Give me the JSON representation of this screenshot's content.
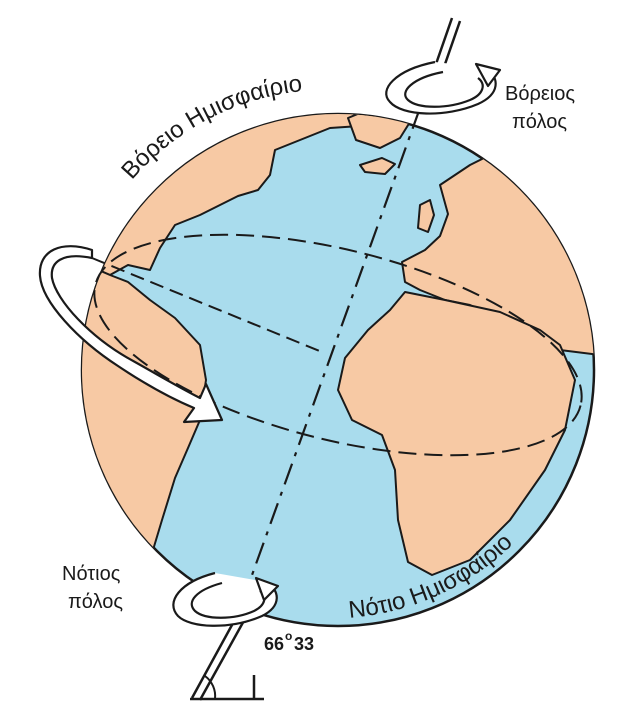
{
  "labels": {
    "north_hemisphere": "Βόρειο Ημισφαίριο",
    "south_hemisphere": "Νότιο Ημισφαίριο",
    "north_pole_line1": "Βόρειος",
    "north_pole_line2": "πόλος",
    "south_pole_line1": "Νότιος",
    "south_pole_line2": "πόλος",
    "angle_deg": "66",
    "angle_deg_sym": "o",
    "angle_min": "33"
  },
  "colors": {
    "ocean": "#a9dced",
    "land": "#f7c9a4",
    "outline": "#1a1a1a",
    "arrow_fill": "#ffffff"
  }
}
